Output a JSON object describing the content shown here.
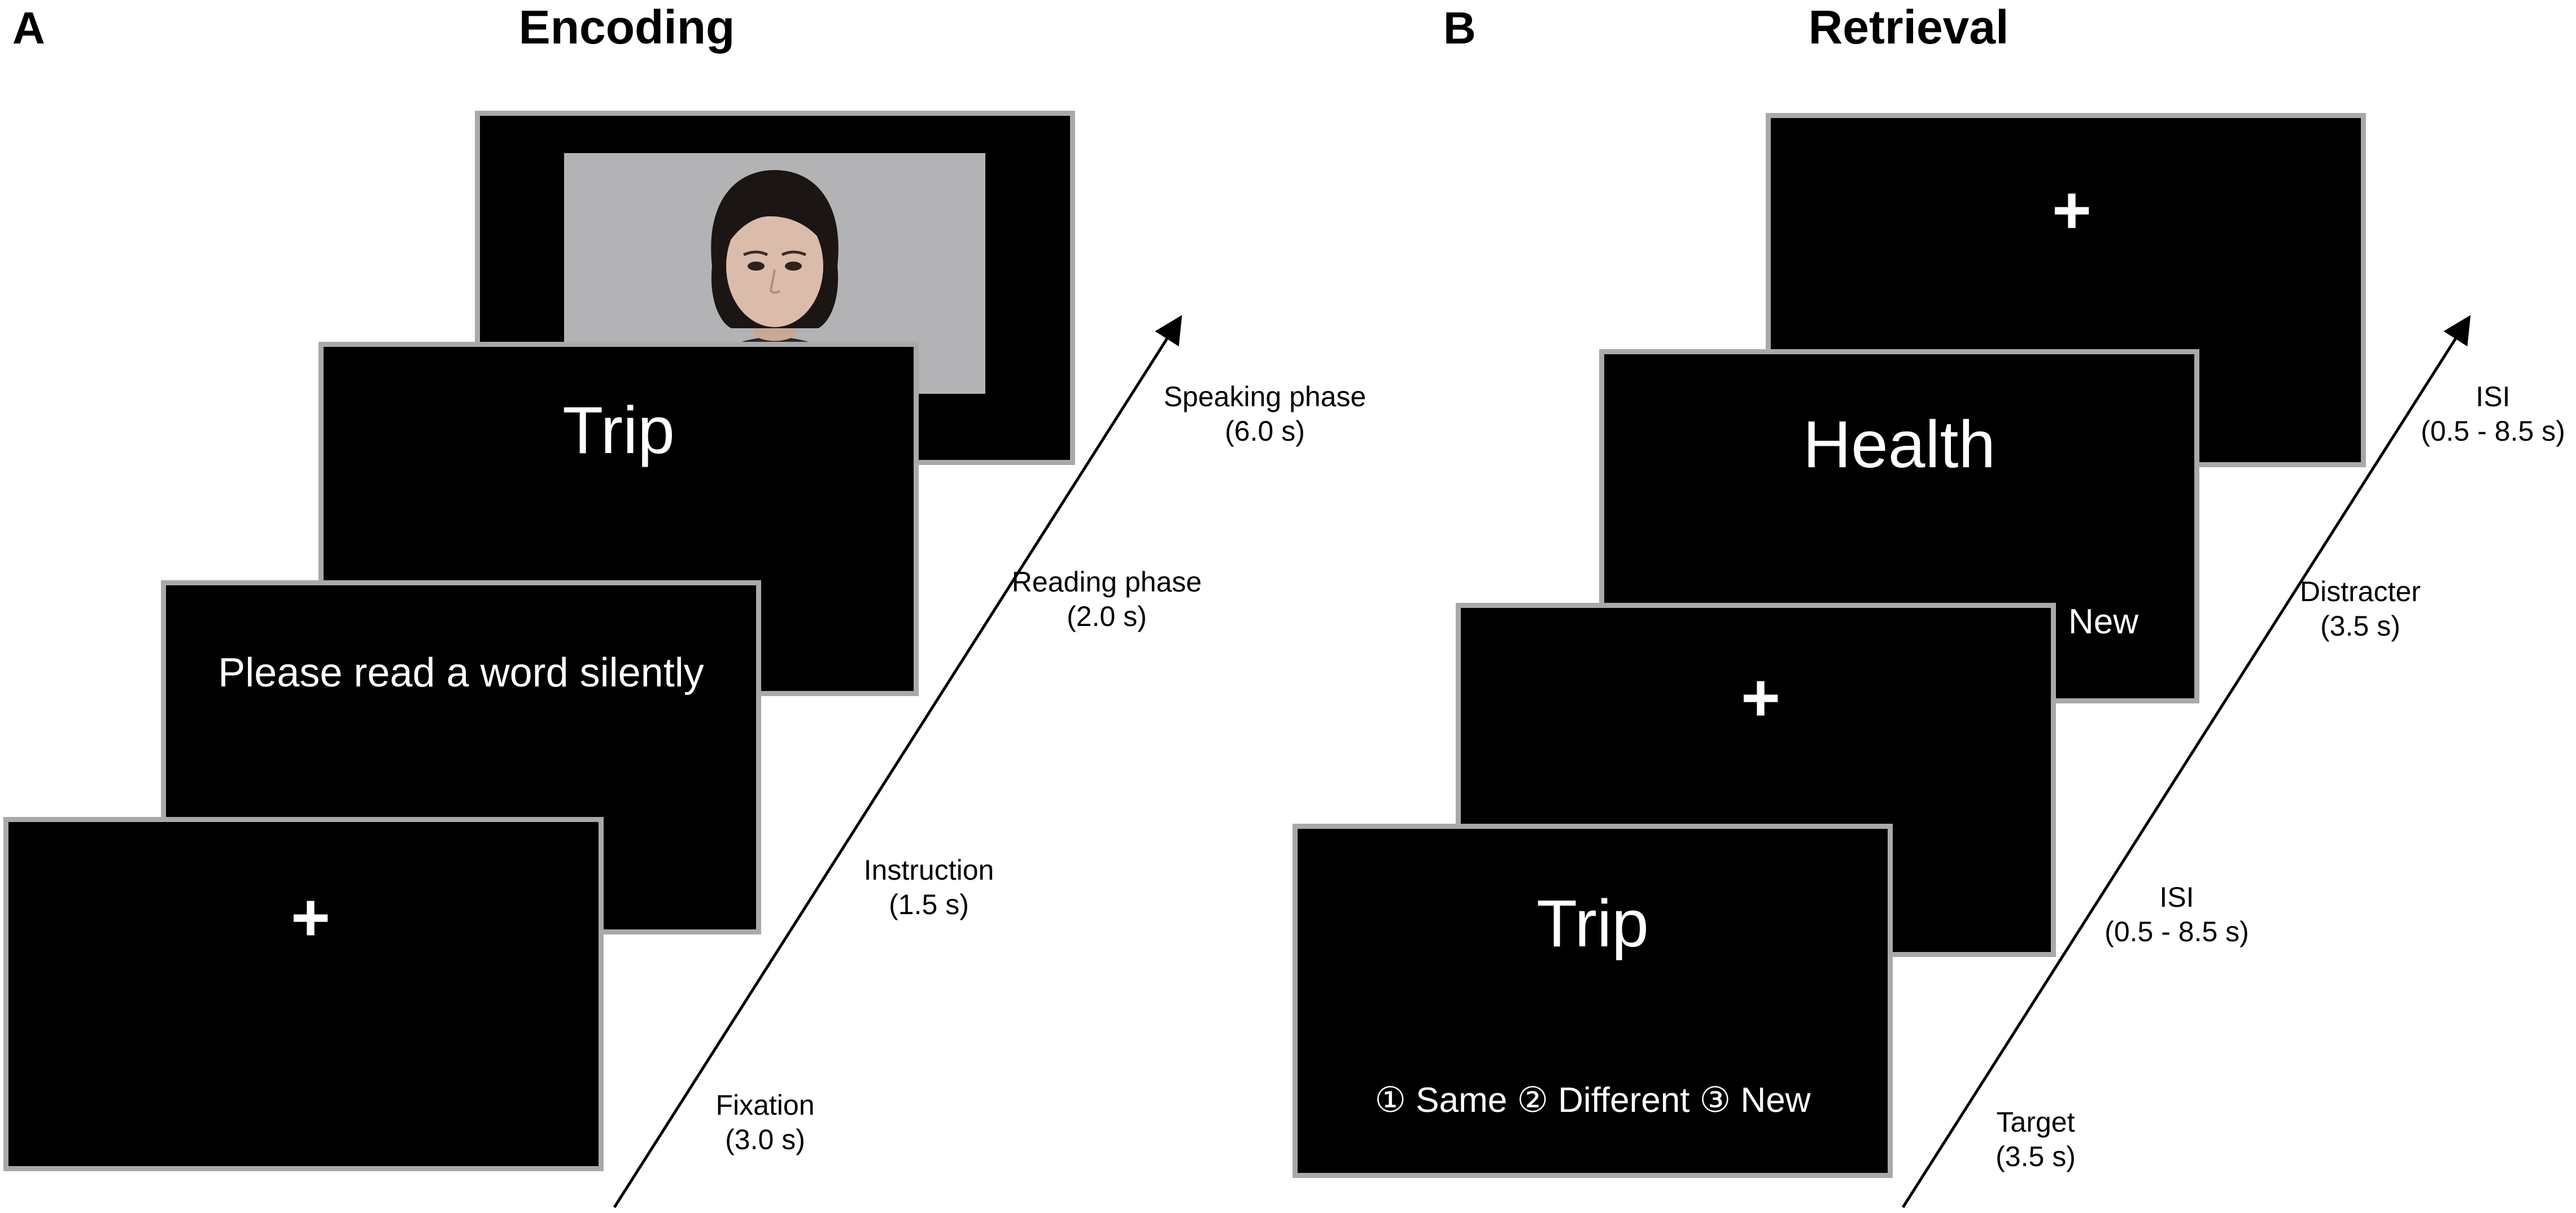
{
  "panels": {
    "encoding": {
      "letter": "A",
      "title": "Encoding",
      "screens": {
        "fixation": {
          "text": "+"
        },
        "instruction": {
          "text": "Please read a word silently"
        },
        "reading": {
          "text": "Trip"
        },
        "speaking": {
          "content": "face-photo"
        }
      },
      "phases": [
        {
          "name": "Fixation",
          "duration": "(3.0 s)"
        },
        {
          "name": "Instruction",
          "duration": "(1.5 s)"
        },
        {
          "name": "Reading phase",
          "duration": "(2.0 s)"
        },
        {
          "name": "Speaking phase",
          "duration": "(6.0 s)"
        }
      ]
    },
    "retrieval": {
      "letter": "B",
      "title": "Retrieval",
      "screens": {
        "target": {
          "text": "Trip",
          "options": "① Same  ② Different  ③ New"
        },
        "isi_first": {
          "text": "+"
        },
        "distracter": {
          "text": "Health",
          "visible_option": "New"
        },
        "isi_second": {
          "text": "+"
        }
      },
      "phases": [
        {
          "name": "Target",
          "duration": "(3.5 s)"
        },
        {
          "name": "ISI",
          "duration": "(0.5 - 8.5 s)"
        },
        {
          "name": "Distracter",
          "duration": "(3.5 s)"
        },
        {
          "name": "ISI",
          "duration": "(0.5 - 8.5 s)"
        }
      ]
    }
  },
  "colors": {
    "screen_background": "#000000",
    "screen_border": "#a9a9a9",
    "photo_background": "#b3b3b5",
    "text_on_screen": "#ffffff",
    "annotation_text": "#000000"
  }
}
